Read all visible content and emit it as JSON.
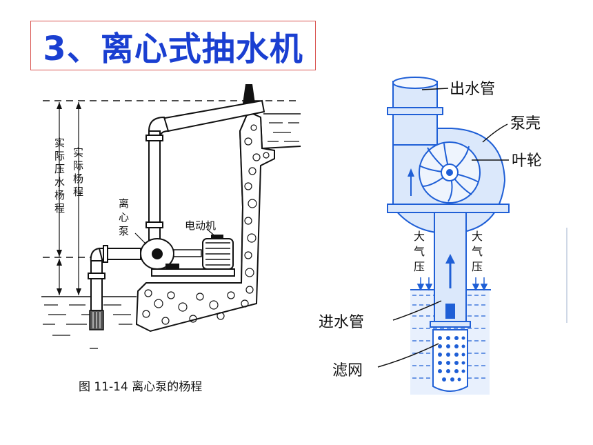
{
  "title": "3、离心式抽水机",
  "left_diagram": {
    "caption": "图 11-14  离心泵的杨程",
    "label_actual_suction_head": "实际压水杨程",
    "label_actual_lift": "实际杨程",
    "label_pump": "离心泵",
    "label_motor": "电动机"
  },
  "right_diagram": {
    "label_outlet_pipe": "出水管",
    "label_pump_casing": "泵壳",
    "label_impeller": "叶轮",
    "label_atm_left": "大气压",
    "label_atm_right": "大气压",
    "label_inlet_pipe": "进水管",
    "label_filter": "滤网"
  },
  "colors": {
    "title_text": "#1a3fd1",
    "title_border": "#d9534f",
    "drawing_line": "#111111",
    "blue_diagram": "#1f5fd6",
    "blue_fill": "#dbe8fb"
  }
}
